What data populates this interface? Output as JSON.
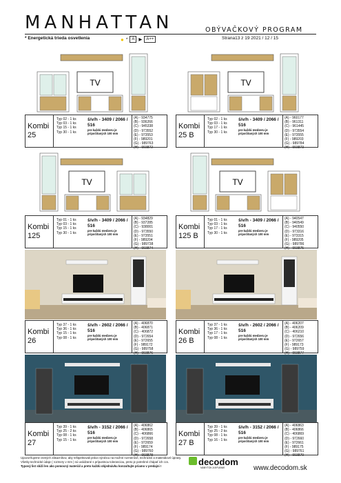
{
  "header": {
    "title": "MANHATTAN",
    "subtitle": "OBÝVAČKOVÝ PROGRAM",
    "page_info": "Strana13 z 19    2021 / 12 / 15",
    "energy_note": "* Energetická trieda osvetlenia",
    "energy_star": "*",
    "energy_class_from": "A",
    "energy_class_to": "A++"
  },
  "dim_note": "pre každú medzeru je pripočítaných 100 mm",
  "tv_label": "TV",
  "sets": [
    {
      "name": "Kombi 25",
      "types": [
        "Typ 02 - 1 ks",
        "Typ 03 - 1 ks",
        "Typ 15 - 1 ks",
        "Typ 30 - 1 ks"
      ],
      "dims": "š/v/h - 3409 / 2066 / 516",
      "codes": [
        "(A) - 934775",
        "(B) - 936266",
        "(C) - 945338",
        "(D) - 973552",
        "(E) - 973553",
        "(F) - 989201",
        "(G) - 989763",
        "(H) - 993872"
      ]
    },
    {
      "name": "Kombi 25 B",
      "types": [
        "Typ 02 - 1 ks",
        "Typ 03 - 1 ks",
        "Typ 17 - 1 ks",
        "Typ 30 - 1 ks"
      ],
      "dims": "š/v/h - 3409 / 2066 / 516",
      "codes": [
        "(A) - 960177",
        "(B) - 961311",
        "(C) - 961445",
        "(D) - 973554",
        "(E) - 973555",
        "(F) - 989203",
        "(G) - 989784",
        "(H) - 993873"
      ]
    },
    {
      "name": "Kombi 125",
      "types": [
        "Typ 01 - 1 ks",
        "Typ 03 - 1 ks",
        "Typ 15 - 1 ks",
        "Typ 30 - 1 ks"
      ],
      "dims": "š/v/h - 3409 / 2066 / 516",
      "codes": [
        "(A) - 934829",
        "(B) - 937285",
        "(C) - 938001",
        "(D) - 973550",
        "(E) - 973551",
        "(F) - 989204",
        "(G) - 989738",
        "(H) - 993874"
      ]
    },
    {
      "name": "Kombi 125 B",
      "types": [
        "Typ 01 - 1 ks",
        "Typ 03 - 1 ks",
        "Typ 17 - 1 ks",
        "Typ 30 - 1 ks"
      ],
      "dims": "š/v/h - 3409 / 2066 / 516",
      "codes": [
        "(A) - 940547",
        "(B) - 940549",
        "(C) - 940550",
        "(D) - 973316",
        "(E) - 973315",
        "(F) - 989205",
        "(G) - 989786",
        "(H) - 993875"
      ]
    },
    {
      "name": "Kombi 26",
      "types": [
        "Typ 37 - 1 ks",
        "Typ 36 - 1 ks",
        "Typ 15 - 1 ks",
        "Typ 08 - 1 ks"
      ],
      "dims": "š/v/h - 2602 / 2066 / 516",
      "codes": [
        "(A) - 406870",
        "(B) - 406871",
        "(C) - 406872",
        "(D) - 972654",
        "(E) - 972655",
        "(F) - 989172",
        "(G) - 989758",
        "(H) - 993876"
      ]
    },
    {
      "name": "Kombi 26 B",
      "types": [
        "Typ 37 - 1 ks",
        "Typ 36 - 1 ks",
        "Typ 17 - 1 ks",
        "Typ 08 - 1 ks"
      ],
      "dims": "š/v/h - 2602 / 2066 / 516",
      "codes": [
        "(A) - 406207",
        "(B) - 406209",
        "(C) - 406210",
        "(D) - 972656",
        "(E) - 972657",
        "(F) - 989173",
        "(G) - 989759",
        "(H) - 993877"
      ]
    },
    {
      "name": "Kombi 27",
      "types": [
        "Typ 39 - 1 ks",
        "Typ 25 - 2 ks",
        "Typ 08 - 1 ks",
        "Typ 15 - 1 ks"
      ],
      "dims": "š/v/h - 3152 / 2066 / 516",
      "codes": [
        "(A) - 406862",
        "(B) - 406865",
        "(C) - 406866",
        "(D) - 972658",
        "(E) - 972659",
        "(F) - 989174",
        "(G) - 989760",
        "(H) - 993878"
      ]
    },
    {
      "name": "Kombi 27 B",
      "types": [
        "Typ 39 - 1 ks",
        "Typ 25 - 2 ks",
        "Typ 08 - 1 ks",
        "Typ 16 - 1 ks"
      ],
      "dims": "š/v/h - 3152 / 2066 / 516",
      "codes": [
        "(A) - 406863",
        "(B) - 406866",
        "(C) - 406869",
        "(D) - 972660",
        "(E) - 972661",
        "(F) - 989175",
        "(G) - 989761",
        "(H) - 993879"
      ]
    }
  ],
  "footer": {
    "line1": "Upozorňujeme ctených zákazníkov, aby reštpektovali právo výrobcu na možné rozmerové, technické a materiálové úpravy.",
    "line2": "Všetky technické údaje ( rozmery v mm ) sú uvádzané s prípustnou toleranciou, preto je potrebné chápať ich ccs.",
    "line3": "Typový list slúži len ako pomocný materiál a preto každú objednávku konzultujte priamo v predajni !",
    "logo": "decodom",
    "logo_sub": "NÁBYTOK A BÝVANIE",
    "web": "www.decodom.sk"
  },
  "colors": {
    "oak": "#c9a96a",
    "white": "#ffffff",
    "glass": "#dff0ea",
    "wall_beige": "#ddd6c5",
    "wall_blue": "#2f5668"
  }
}
